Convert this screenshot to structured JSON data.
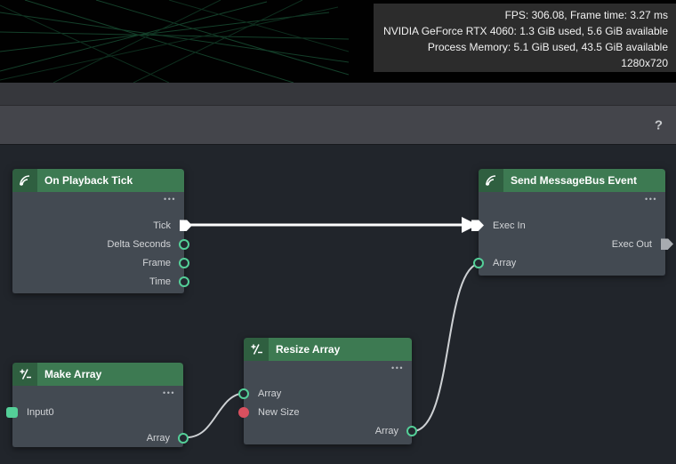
{
  "overlay": {
    "lines": [
      "FPS: 306.08, Frame time: 3.27 ms",
      "NVIDIA GeForce RTX 4060: 1.3 GiB used, 5.6 GiB available",
      "Process Memory: 5.1 GiB used, 43.5 GiB available",
      "1280x720"
    ]
  },
  "toolbar": {
    "help": "?"
  },
  "colors": {
    "node_header_green": "#3d7a52",
    "node_body_gray": "#434a52",
    "pin_green": "#54cf98",
    "pin_red": "#d9505f",
    "exec_wire_white": "#ffffff",
    "data_wire_gray": "#ced1d4"
  },
  "nodes": {
    "on_playback_tick": {
      "title": "On Playback Tick",
      "icon": "wireless-event-icon",
      "menu": "•••",
      "pins": {
        "tick": "Tick",
        "delta_seconds": "Delta Seconds",
        "frame": "Frame",
        "time": "Time"
      }
    },
    "send_messagebus_event": {
      "title": "Send MessageBus Event",
      "icon": "wireless-event-icon",
      "menu": "•••",
      "pins": {
        "exec_in": "Exec In",
        "exec_out": "Exec Out",
        "array": "Array"
      }
    },
    "make_array": {
      "title": "Make Array",
      "icon": "plus-minus-icon",
      "menu": "•••",
      "pins": {
        "input0": "Input0",
        "array_out": "Array"
      }
    },
    "resize_array": {
      "title": "Resize Array",
      "icon": "plus-minus-icon",
      "menu": "•••",
      "pins": {
        "array_in": "Array",
        "new_size": "New Size",
        "array_out": "Array"
      }
    }
  }
}
